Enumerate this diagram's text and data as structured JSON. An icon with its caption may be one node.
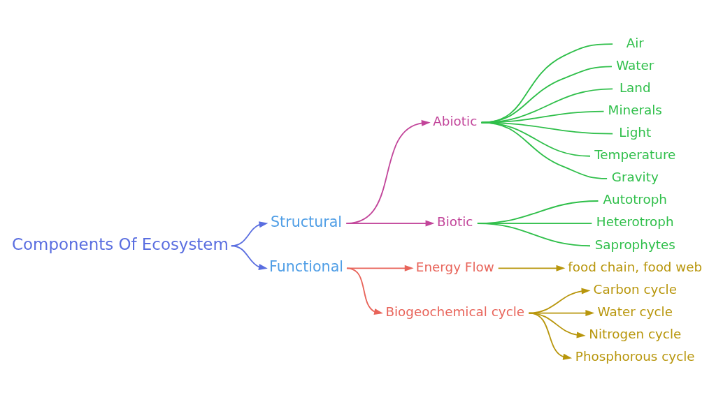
{
  "diagram": {
    "nodes": [
      {
        "text": [
          "Components Of Ecosystem"
        ]
      },
      {
        "text": [
          "Structural"
        ]
      },
      {
        "text": [
          "Functional"
        ]
      },
      {
        "text": [
          "Abiotic"
        ]
      },
      {
        "text": [
          "Biotic"
        ]
      },
      {
        "text": [
          "Air"
        ]
      },
      {
        "text": [
          "Water"
        ]
      },
      {
        "text": [
          "Land"
        ]
      },
      {
        "text": [
          "Minerals"
        ]
      },
      {
        "text": [
          "Light"
        ]
      },
      {
        "text": [
          "Temperature"
        ]
      },
      {
        "text": [
          "Gravity"
        ]
      },
      {
        "text": [
          "Autotroph"
        ]
      },
      {
        "text": [
          "Heterotroph"
        ]
      },
      {
        "text": [
          "Saprophytes"
        ]
      },
      {
        "text": [
          "Energy Flow"
        ]
      },
      {
        "text": [
          "food chain, food web"
        ]
      },
      {
        "text": [
          "Biogeochemical cycle"
        ]
      },
      {
        "text": [
          "Carbon cycle"
        ]
      },
      {
        "text": [
          "Water cycle"
        ]
      },
      {
        "text": [
          "Nitrogen cycle"
        ]
      },
      {
        "text": [
          "Phosphorous cycle"
        ]
      }
    ],
    "edges": [
      {
        "from": 0,
        "to": 1,
        "arrow": "to",
        "color": "#5a6ee0"
      },
      {
        "from": 0,
        "to": 2,
        "arrow": "to",
        "color": "#5a6ee0"
      },
      {
        "from": 1,
        "to": 3,
        "arrow": "to",
        "color": "#c2459a"
      },
      {
        "from": 1,
        "to": 4,
        "arrow": "to",
        "color": "#c2459a"
      },
      {
        "from": 3,
        "to": 5,
        "arrow": "none"
      },
      {
        "from": 3,
        "to": 6,
        "arrow": "none"
      },
      {
        "from": 3,
        "to": 7,
        "arrow": "none"
      },
      {
        "from": 3,
        "to": 8,
        "arrow": "none"
      },
      {
        "from": 3,
        "to": 9,
        "arrow": "none"
      },
      {
        "from": 3,
        "to": 10,
        "arrow": "none"
      },
      {
        "from": 3,
        "to": 11,
        "arrow": "none"
      },
      {
        "from": 4,
        "to": 12,
        "arrow": "none"
      },
      {
        "from": 4,
        "to": 13,
        "arrow": "none"
      },
      {
        "from": 4,
        "to": 14,
        "arrow": "none"
      },
      {
        "from": 2,
        "to": 15,
        "arrow": "to",
        "color": "#e8645a"
      },
      {
        "from": 15,
        "to": 16,
        "arrow": "to",
        "color": "#b8960c"
      },
      {
        "from": 2,
        "to": 17,
        "arrow": "to",
        "color": "#e8645a"
      },
      {
        "from": 17,
        "to": 18,
        "arrow": "to",
        "color": "#b8960c"
      },
      {
        "from": 17,
        "to": 19,
        "arrow": "to",
        "color": "#b8960c"
      },
      {
        "from": 17,
        "to": 20,
        "arrow": "to",
        "color": "#b8960c"
      },
      {
        "from": 17,
        "to": 21,
        "arrow": "to",
        "color": "#b8960c"
      }
    ]
  }
}
